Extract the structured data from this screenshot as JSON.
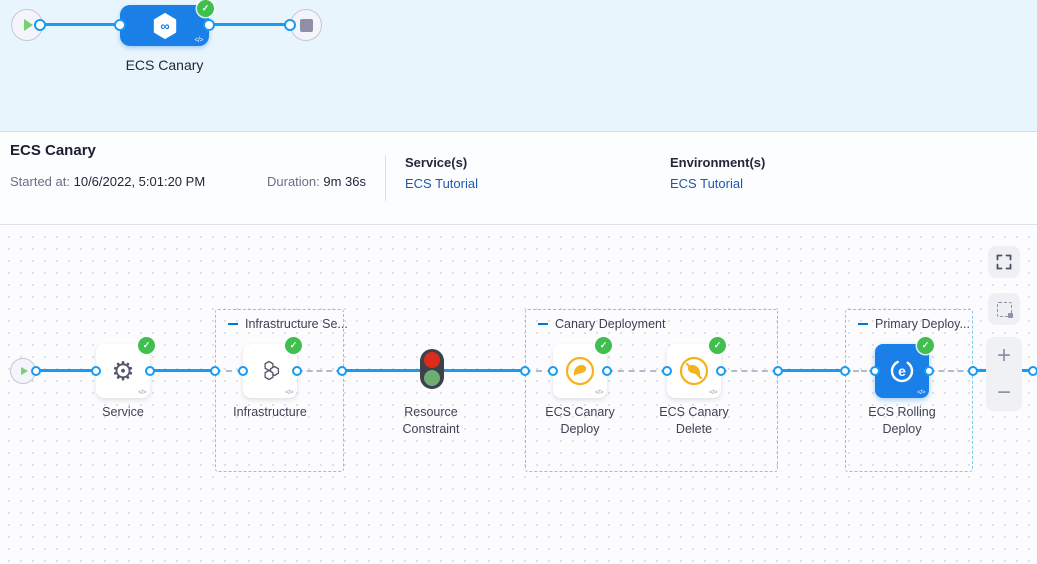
{
  "minimap": {
    "stage_label": "ECS Canary"
  },
  "summary": {
    "title": "ECS Canary",
    "started_label": "Started at:",
    "started_value": "10/6/2022, 5:01:20 PM",
    "duration_label": "Duration:",
    "duration_value": "9m 36s",
    "services_label": "Service(s)",
    "services_link": "ECS Tutorial",
    "environments_label": "Environment(s)",
    "environments_link": "ECS Tutorial"
  },
  "graph": {
    "groups": {
      "infrastructure": {
        "label": "Infrastructure Se..."
      },
      "canary": {
        "label": "Canary Deployment"
      },
      "primary": {
        "label": "Primary Deploy..."
      }
    },
    "nodes": {
      "service": {
        "label": "Service"
      },
      "infrastructure": {
        "label": "Infrastructure"
      },
      "resource_constraint": {
        "label": "Resource Constraint"
      },
      "ecs_canary_deploy": {
        "label": "ECS Canary Deploy"
      },
      "ecs_canary_delete": {
        "label": "ECS Canary Delete"
      },
      "ecs_rolling_deploy": {
        "label": "ECS Rolling Deploy"
      }
    },
    "glyphs": {
      "code": "</>",
      "check": "✓",
      "infinity": "∞",
      "gear": "⚙",
      "ecs_e": "e",
      "zoom_in": "+",
      "zoom_out": "−"
    }
  },
  "colors": {
    "accent_blue": "#189bf3",
    "stage_blue": "#1b7fe8",
    "success_green": "#3fbf4d",
    "canary_yellow": "#f6b21d",
    "link_blue": "#1f57ad",
    "traffic_red": "#dd2b1c",
    "traffic_green": "#6fae72",
    "band_blue_bg": "#e9f5fc"
  }
}
